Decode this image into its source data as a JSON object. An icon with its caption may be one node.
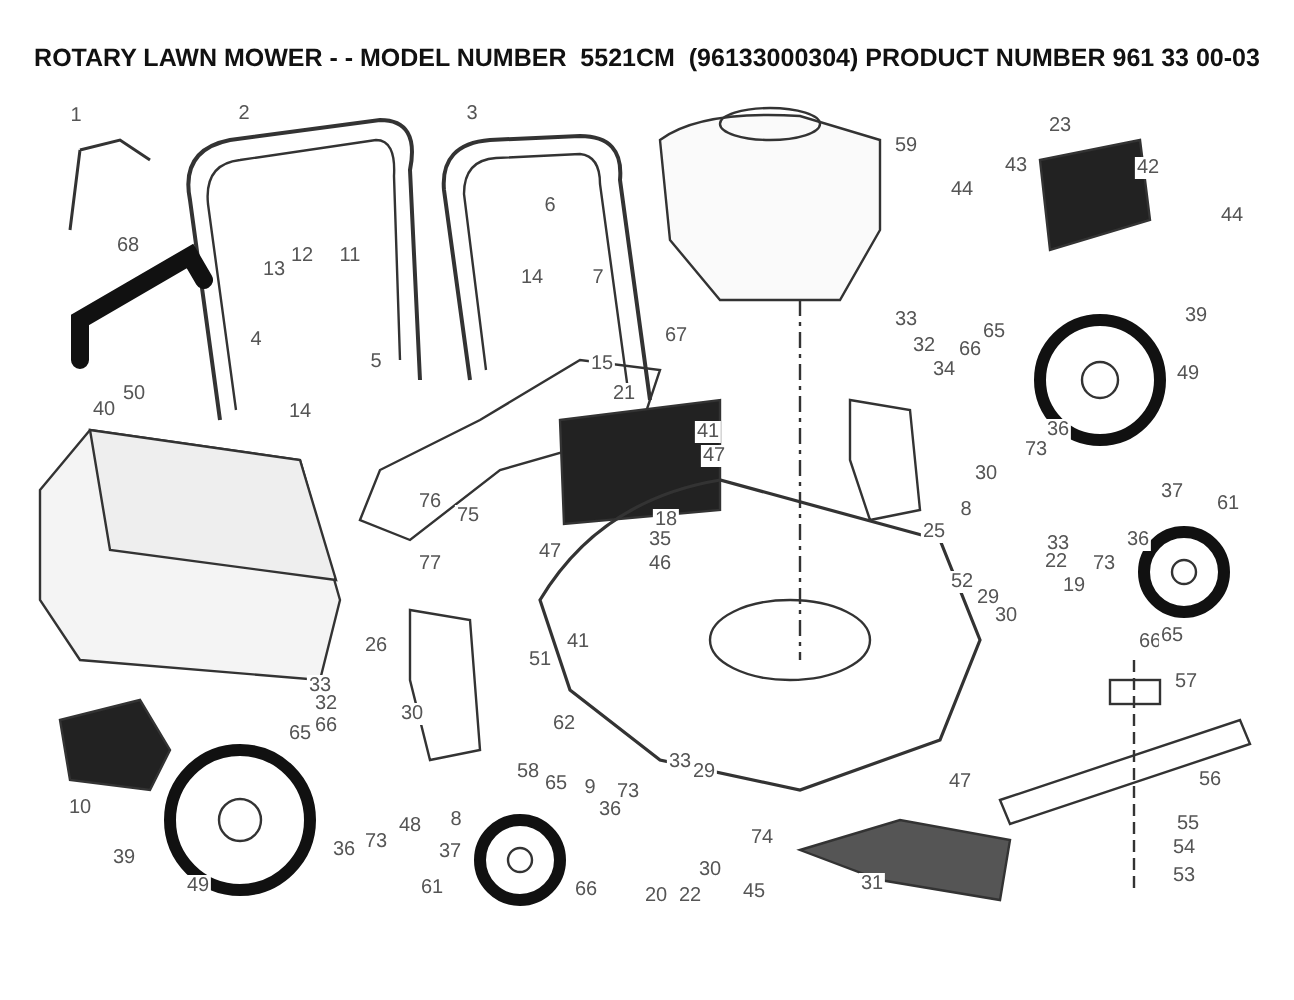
{
  "diagram": {
    "title": "ROTARY LAWN MOWER - - MODEL NUMBER  5521CM  (96133000304) PRODUCT NUMBER 961 33 00-03",
    "labels": [
      "1",
      "2",
      "3",
      "59",
      "23",
      "43",
      "42",
      "44",
      "44",
      "6",
      "12",
      "11",
      "13",
      "68",
      "7",
      "14",
      "39",
      "33",
      "65",
      "32",
      "66",
      "4",
      "5",
      "34",
      "15",
      "49",
      "21",
      "67",
      "14",
      "50",
      "40",
      "36",
      "41",
      "73",
      "76",
      "75",
      "47",
      "30",
      "37",
      "61",
      "8",
      "18",
      "35",
      "36",
      "77",
      "47",
      "46",
      "33",
      "25",
      "22",
      "73",
      "19",
      "52",
      "29",
      "30",
      "66",
      "65",
      "41",
      "26",
      "51",
      "62",
      "33",
      "32",
      "30",
      "65",
      "66",
      "57",
      "58",
      "9",
      "65",
      "73",
      "36",
      "10",
      "36",
      "73",
      "48",
      "8",
      "56",
      "33",
      "29",
      "47",
      "74",
      "37",
      "39",
      "49",
      "55",
      "61",
      "66",
      "20",
      "22",
      "30",
      "54",
      "31",
      "45",
      "53"
    ]
  }
}
